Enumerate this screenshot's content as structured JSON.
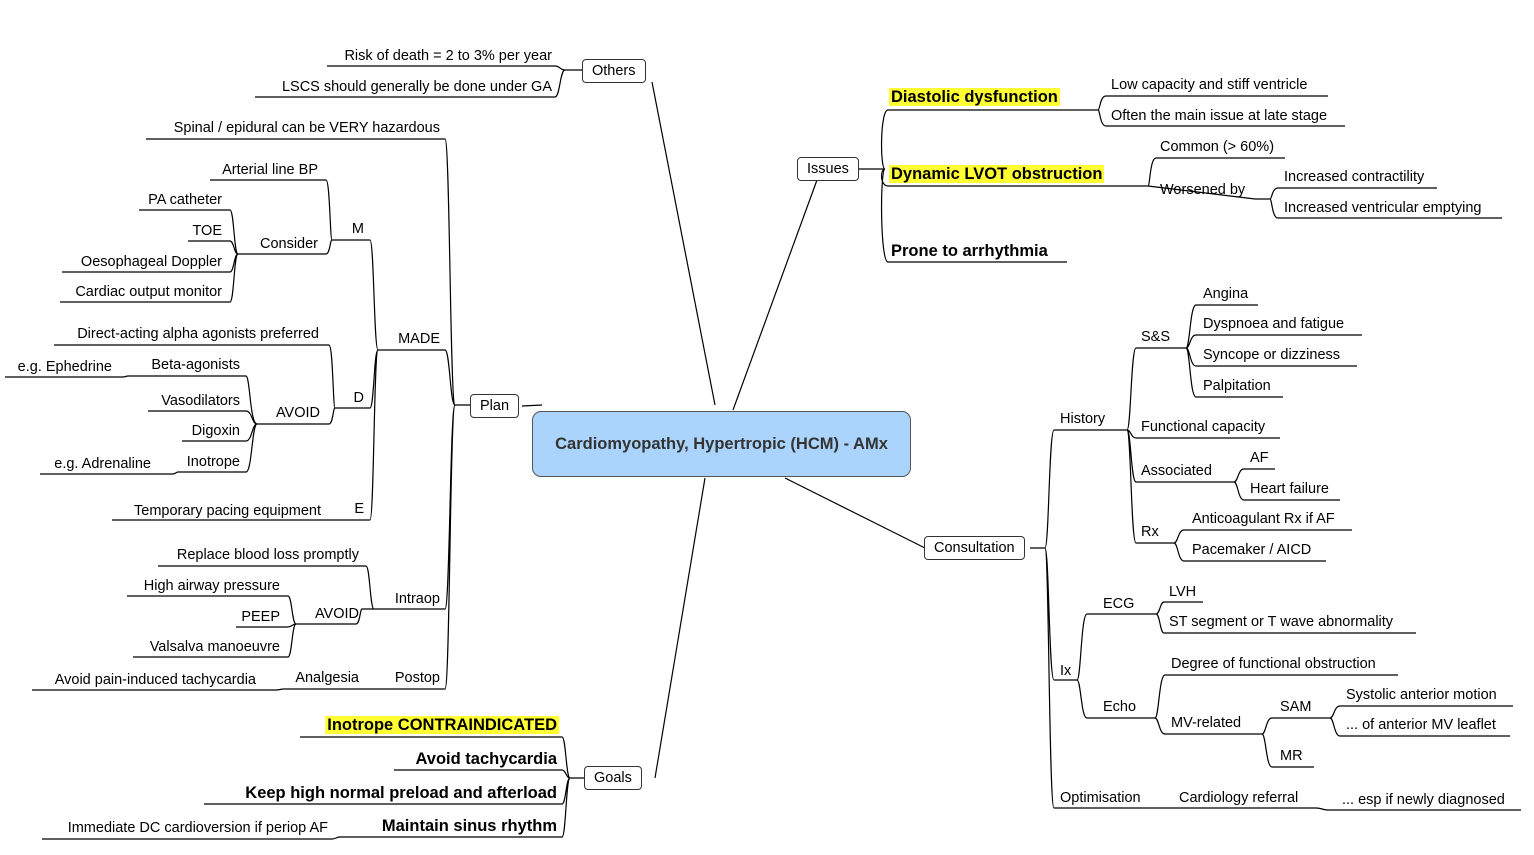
{
  "center": {
    "title": "Cardiomyopathy, Hypertropic (HCM) - AMx"
  },
  "others": {
    "label": "Others",
    "items": [
      "Risk of death = 2 to 3% per year",
      "LSCS should generally be done under GA"
    ]
  },
  "issues": {
    "label": "Issues",
    "diastolic": {
      "label": "Diastolic dysfunction",
      "items": [
        "Low capacity and stiff ventricle",
        "Often the main issue at late stage"
      ]
    },
    "lvot": {
      "label": "Dynamic LVOT obstruction",
      "common": "Common (> 60%)",
      "worsened_by": "Worsened by",
      "worsened_items": [
        "Increased contractility",
        "Increased ventricular emptying"
      ]
    },
    "arrhythmia": "Prone to arrhythmia"
  },
  "plan": {
    "label": "Plan",
    "spinal": "Spinal / epidural can be VERY hazardous",
    "made": "MADE",
    "m": {
      "label": "M",
      "arterial": "Arterial line BP",
      "consider": "Consider",
      "consider_items": [
        "PA catheter",
        "TOE",
        "Oesophageal Doppler",
        "Cardiac output monitor"
      ]
    },
    "d": {
      "label": "D",
      "direct": "Direct-acting alpha agonists preferred",
      "avoid": "AVOID",
      "beta": "Beta-agonists",
      "beta_eg": "e.g. Ephedrine",
      "vasodilators": "Vasodilators",
      "digoxin": "Digoxin",
      "inotrope": "Inotrope",
      "inotrope_eg": "e.g. Adrenaline"
    },
    "e": {
      "label": "E",
      "item": "Temporary pacing equipment"
    },
    "intraop": {
      "label": "Intraop",
      "replace": "Replace blood loss promptly",
      "avoid": "AVOID",
      "avoid_items": [
        "High airway pressure",
        "PEEP",
        "Valsalva manoeuvre"
      ]
    },
    "postop": {
      "label": "Postop",
      "analgesia": "Analgesia",
      "analgesia_item": "Avoid pain-induced tachycardia"
    }
  },
  "goals": {
    "label": "Goals",
    "inotrope": "Inotrope CONTRAINDICATED",
    "tachy": "Avoid tachycardia",
    "preload": "Keep high normal preload and afterload",
    "sinus": "Maintain sinus rhythm",
    "dc": "Immediate DC cardioversion if periop AF"
  },
  "consultation": {
    "label": "Consultation",
    "history": {
      "label": "History",
      "ss": {
        "label": "S&S",
        "items": [
          "Angina",
          "Dyspnoea and fatigue",
          "Syncope or dizziness",
          "Palpitation"
        ]
      },
      "functional": "Functional capacity",
      "associated": {
        "label": "Associated",
        "items": [
          "AF",
          "Heart failure"
        ]
      },
      "rx": {
        "label": "Rx",
        "items": [
          "Anticoagulant Rx if AF",
          "Pacemaker / AICD"
        ]
      }
    },
    "ix": {
      "label": "Ix",
      "ecg": {
        "label": "ECG",
        "items": [
          "LVH",
          "ST segment or T wave abnormality"
        ]
      },
      "echo": {
        "label": "Echo",
        "degree": "Degree of functional obstruction",
        "mv": "MV-related",
        "sam": "SAM",
        "sam_items": [
          "Systolic anterior motion",
          "... of anterior MV leaflet"
        ],
        "mr": "MR"
      }
    },
    "optimisation": {
      "label": "Optimisation",
      "referral": "Cardiology referral",
      "referral_note": "... esp if newly diagnosed"
    }
  },
  "colors": {
    "center_fill": "#aad4fc",
    "highlight": "#ffff33",
    "line": "#000000"
  }
}
